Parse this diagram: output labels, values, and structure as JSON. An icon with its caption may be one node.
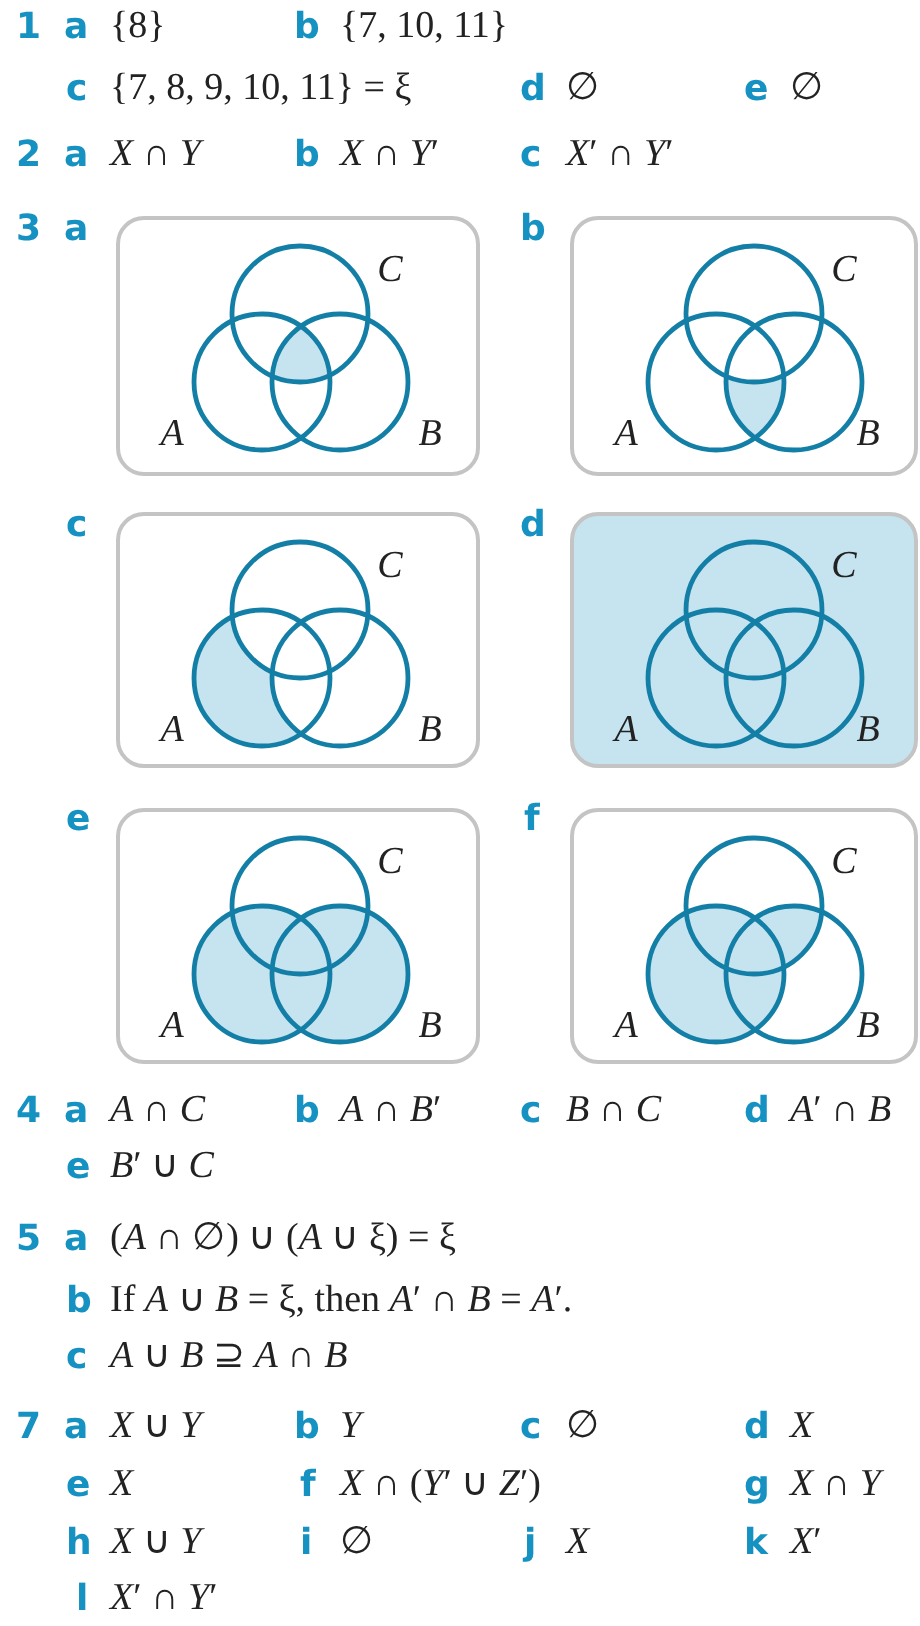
{
  "diagram": {
    "nodes": [
      {
        "text": [
          "C",
          "A",
          "B"
        ]
      },
      {
        "text": [
          "C",
          "A",
          "B"
        ]
      },
      {
        "text": [
          "C",
          "A",
          "B"
        ]
      },
      {
        "text": [
          "C",
          "A",
          "B"
        ]
      },
      {
        "text": [
          "C",
          "A",
          "B"
        ]
      },
      {
        "text": [
          "C",
          "A",
          "B"
        ]
      }
    ],
    "labels": [
      "1",
      "a",
      "{8}",
      "b",
      "{7, 10, 11}",
      "c",
      "{7, 8, 9, 10, 11} = ξ",
      "d",
      "∅",
      "e",
      "∅",
      "2",
      "a",
      "*X* ∩ *Y*",
      "b",
      "*X* ∩ *Y*′",
      "c",
      "*X*′ ∩ *Y*′",
      "3",
      "a",
      "b",
      "c",
      "d",
      "e",
      "f",
      "4",
      "a",
      "*A* ∩ *C*",
      "b",
      "*A* ∩ *B*′",
      "c",
      "*B* ∩ *C*",
      "d",
      "*A*′ ∩ *B*",
      "e",
      "*B*′ ∪ *C*",
      "5",
      "a",
      "(*A* ∩ ∅) ∪ (*A* ∪ ξ) = ξ",
      "b",
      "If *A* ∪ *B* = ξ, then *A*′ ∩ *B* = *A*′.",
      "c",
      "*A* ∪ *B* ⊇ *A* ∩ *B*",
      "7",
      "a",
      "*X* ∪ *Y*",
      "b",
      "*Y*",
      "c",
      "∅",
      "d",
      "*X*",
      "e",
      "*X*",
      "f",
      "*X* ∩ (*Y*′ ∪ *Z*′)",
      "g",
      "*X* ∩ *Y*",
      "h",
      "*X* ∪ *Y*",
      "i",
      "∅",
      "j",
      "*X*",
      "k",
      "*X*′",
      "l",
      "*X*′ ∩ *Y*′"
    ]
  }
}
